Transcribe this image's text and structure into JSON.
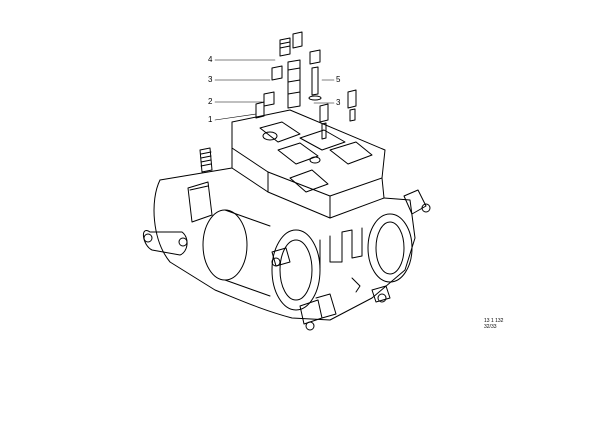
{
  "callouts": [
    {
      "id": "c4",
      "label": "4"
    },
    {
      "id": "c3a",
      "label": "3"
    },
    {
      "id": "c2",
      "label": "2"
    },
    {
      "id": "c1",
      "label": "1"
    },
    {
      "id": "c5",
      "label": "5"
    },
    {
      "id": "c3b",
      "label": "3"
    }
  ],
  "reference": {
    "code": "13 1 132",
    "date": "32/33"
  }
}
